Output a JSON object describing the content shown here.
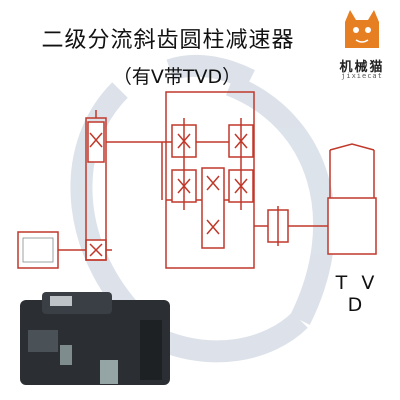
{
  "title": "二级分流斜齿圆柱减速器",
  "subtitle": "（有V带TVD）",
  "logo": {
    "name": "机械猫",
    "sub": "jixiecat"
  },
  "diagram": {
    "tvd_label": "T V D"
  },
  "colors": {
    "line": "#c0392b",
    "gray": "#7f8c8d",
    "watermark": "#d5dce6",
    "gear_fill": "#ffffff"
  },
  "icons": [
    "cat-logo-icon",
    "gear-watermark-icon",
    "reducer-photo-icon"
  ]
}
